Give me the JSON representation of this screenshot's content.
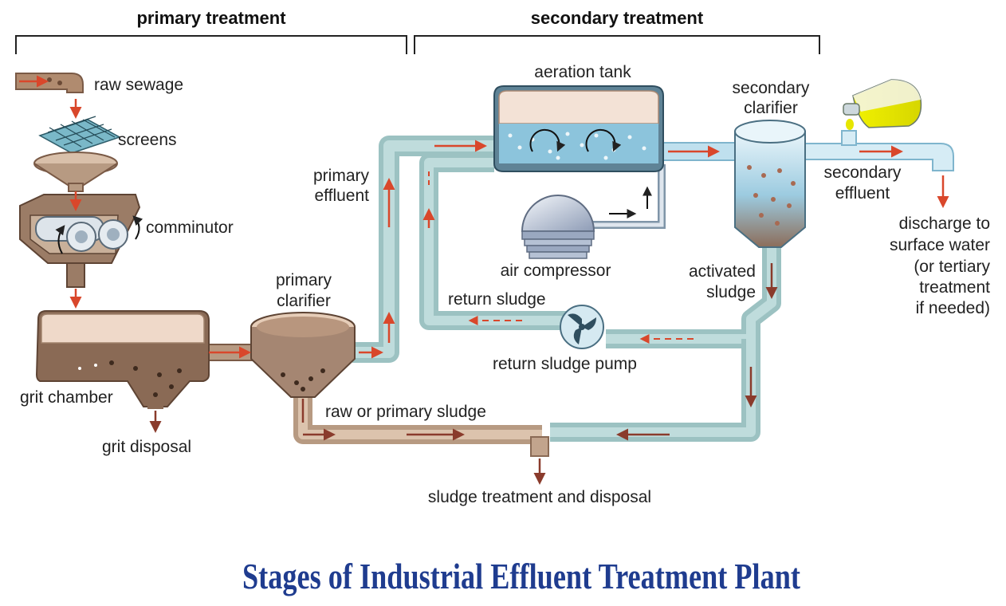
{
  "headers": {
    "primary": "primary treatment",
    "secondary": "secondary treatment"
  },
  "labels": {
    "raw_sewage": "raw sewage",
    "screens": "screens",
    "comminutor": "comminutor",
    "grit_chamber": "grit chamber",
    "grit_disposal": "grit disposal",
    "primary_clarifier_1": "primary",
    "primary_clarifier_2": "clarifier",
    "primary_effluent_1": "primary",
    "primary_effluent_2": "effluent",
    "aeration_tank": "aeration tank",
    "air_compressor": "air compressor",
    "secondary_clarifier_1": "secondary",
    "secondary_clarifier_2": "clarifier",
    "secondary_effluent_1": "secondary",
    "secondary_effluent_2": "effluent",
    "activated_sludge_1": "activated",
    "activated_sludge_2": "sludge",
    "return_sludge": "return sludge",
    "return_sludge_pump": "return sludge pump",
    "raw_or_primary_sludge": "raw or primary sludge",
    "sludge_treatment": "sludge treatment and disposal",
    "discharge_1": "discharge to",
    "discharge_2": "surface water",
    "discharge_3": "(or tertiary",
    "discharge_4": "treatment",
    "discharge_5": "if needed)"
  },
  "title": "Stages of Industrial Effluent Treatment Plant",
  "colors": {
    "arrow": "#d9472b",
    "sludge_arrow": "#9a4a3a",
    "water": "#8fc6dd",
    "sludge": "#8a6a55",
    "title": "#1f3c8f"
  }
}
